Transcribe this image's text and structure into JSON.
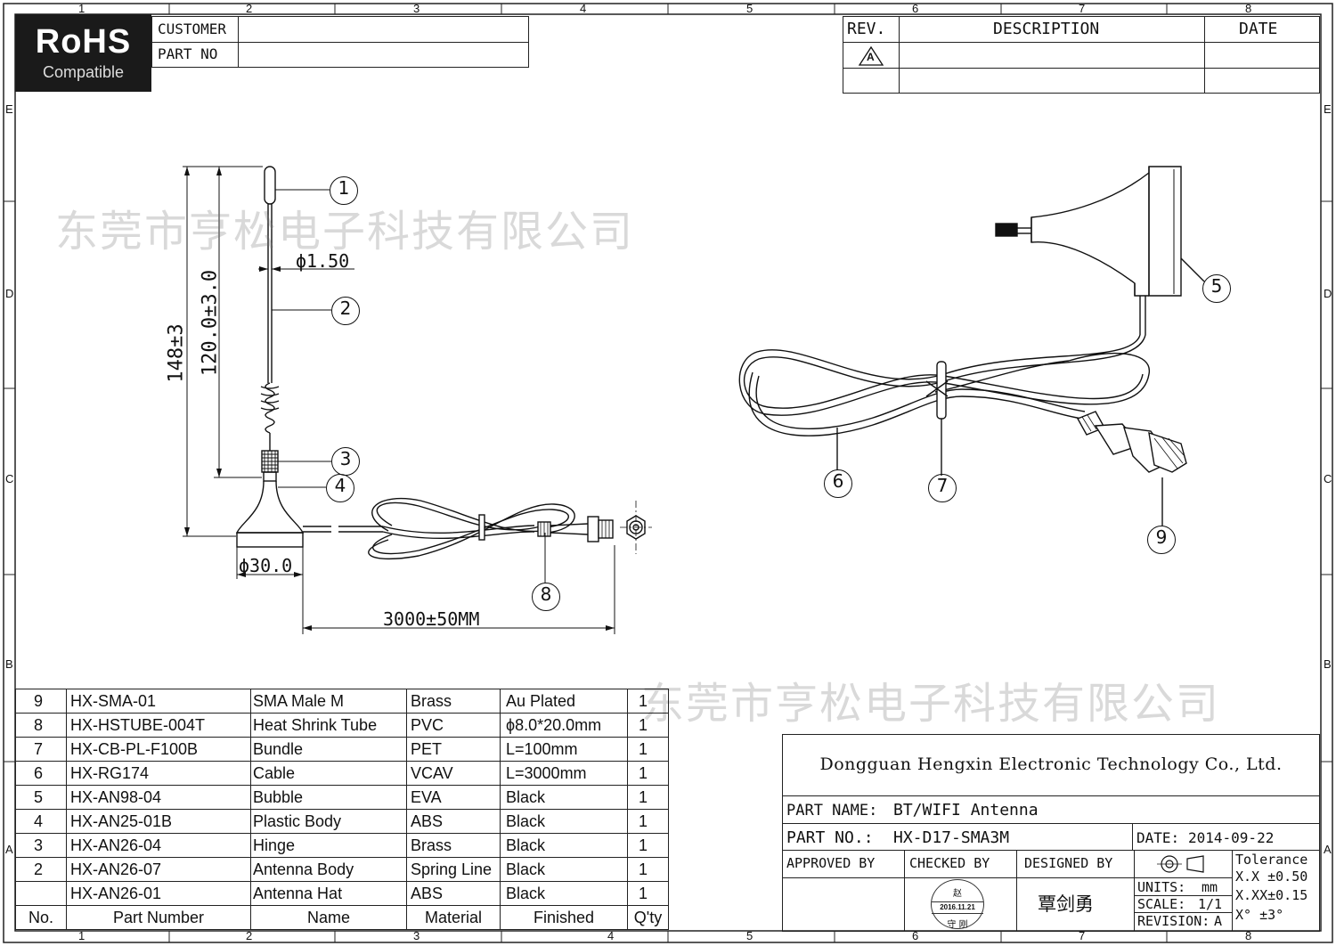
{
  "border": {
    "top_cols": [
      "1",
      "2",
      "3",
      "4",
      "5",
      "6",
      "7",
      "8"
    ],
    "bottom_cols": [
      "1",
      "2",
      "3",
      "4",
      "5",
      "6",
      "7",
      "8"
    ],
    "left_rows": [
      "E",
      "D",
      "C",
      "B",
      "A"
    ],
    "right_rows": [
      "E",
      "D",
      "C",
      "B",
      "A"
    ]
  },
  "logo": {
    "text": "RoHS",
    "sub": "Compatible"
  },
  "header": {
    "customer_label": "CUSTOMER",
    "customer_value": "",
    "part_no_label": "PART NO",
    "part_no_value": ""
  },
  "revision": {
    "rev_label": "REV.",
    "desc_label": "DESCRIPTION",
    "date_label": "DATE",
    "rev_mark": "A"
  },
  "watermark": "东莞市亨松电子科技有限公司",
  "dims": {
    "top_diameter": "ϕ1.50",
    "overall_height": "148±3",
    "whip_height": "120.0±3.0",
    "base_diameter": "ϕ30.0",
    "cable_length": "3000±50MM"
  },
  "balloons": [
    "1",
    "2",
    "3",
    "4",
    "5",
    "6",
    "7",
    "8",
    "9"
  ],
  "bom": {
    "columns": [
      "No.",
      "Part Number",
      "Name",
      "Material",
      "Finished",
      "Q'ty"
    ],
    "rows": [
      [
        "9",
        "HX-SMA-01",
        "SMA Male M",
        "Brass",
        "Au Plated",
        "1"
      ],
      [
        "8",
        "HX-HSTUBE-004T",
        "Heat Shrink Tube",
        "PVC",
        "ϕ8.0*20.0mm",
        "1"
      ],
      [
        "7",
        "HX-CB-PL-F100B",
        "Bundle",
        "PET",
        "L=100mm",
        "1"
      ],
      [
        "6",
        "HX-RG174",
        "Cable",
        "VCAV",
        "L=3000mm",
        "1"
      ],
      [
        "5",
        "HX-AN98-04",
        "Bubble",
        "EVA",
        "Black",
        "1"
      ],
      [
        "4",
        "HX-AN25-01B",
        "Plastic Body",
        "ABS",
        "Black",
        "1"
      ],
      [
        "3",
        "HX-AN26-04",
        "Hinge",
        "Brass",
        "Black",
        "1"
      ],
      [
        "2",
        "HX-AN26-07",
        "Antenna Body",
        "Spring Line",
        "Black",
        "1"
      ],
      [
        "",
        "HX-AN26-01",
        "Antenna Hat",
        "ABS",
        "Black",
        "1"
      ]
    ]
  },
  "title_block": {
    "company": "Dongguan Hengxin Electronic Technology Co., Ltd.",
    "part_name_label": "PART NAME:",
    "part_name": "BT/WIFI Antenna",
    "part_no_label": "PART NO.:",
    "part_no": "HX-D17-SMA3M",
    "date_label": "DATE:",
    "date": "2014-09-22",
    "approved_label": "APPROVED BY",
    "checked_label": "CHECKED BY",
    "designed_label": "DESIGNED BY",
    "designer": "覃剑勇",
    "stamp_top": "赵",
    "stamp_date": "2016.11.21",
    "stamp_bottom": "守 刚",
    "units_label": "UNITS:",
    "units": "mm",
    "scale_label": "SCALE:",
    "scale": "1/1",
    "revision_label": "REVISION:",
    "revision": "A",
    "tolerance_label": "Tolerance",
    "tol1": "X.X ±0.50",
    "tol2": "X.XX±0.15",
    "tol3": "X°  ±3°"
  }
}
